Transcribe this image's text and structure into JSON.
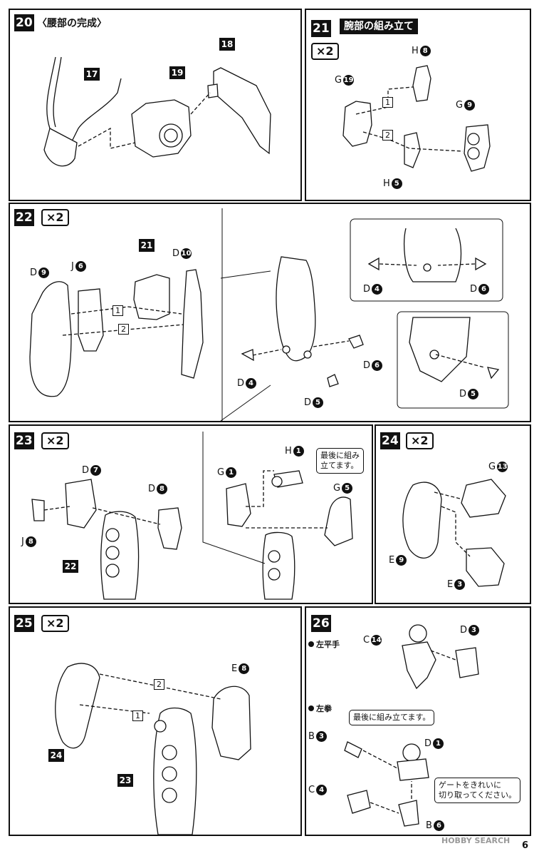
{
  "steps": {
    "s20": {
      "num": "20",
      "title": "〈腰部の完成〉",
      "parts": [
        "17",
        "19",
        "18"
      ]
    },
    "s21": {
      "num": "21",
      "title": "腕部の組み立て",
      "mult": "×2",
      "labels": [
        {
          "l": "H",
          "n": "8"
        },
        {
          "l": "G",
          "n": "19"
        },
        {
          "l": "G",
          "n": "9"
        },
        {
          "l": "H",
          "n": "5"
        }
      ],
      "order": [
        "1",
        "2"
      ]
    },
    "s22": {
      "num": "22",
      "mult": "×2",
      "part": "21",
      "labels": [
        {
          "l": "D",
          "n": "9"
        },
        {
          "l": "J",
          "n": "6"
        },
        {
          "l": "D",
          "n": "10"
        },
        {
          "l": "D",
          "n": "4"
        },
        {
          "l": "D",
          "n": "6"
        },
        {
          "l": "D",
          "n": "5"
        },
        {
          "l": "D",
          "n": "4"
        },
        {
          "l": "D",
          "n": "6"
        },
        {
          "l": "D",
          "n": "5"
        }
      ],
      "order": [
        "1",
        "2"
      ]
    },
    "s23": {
      "num": "23",
      "mult": "×2",
      "part": "22",
      "labels": [
        {
          "l": "D",
          "n": "7"
        },
        {
          "l": "D",
          "n": "8"
        },
        {
          "l": "J",
          "n": "8"
        },
        {
          "l": "H",
          "n": "1"
        },
        {
          "l": "G",
          "n": "1"
        },
        {
          "l": "G",
          "n": "5"
        }
      ],
      "note": "最後に組み\n立てます。"
    },
    "s24": {
      "num": "24",
      "mult": "×2",
      "labels": [
        {
          "l": "G",
          "n": "13"
        },
        {
          "l": "E",
          "n": "9"
        },
        {
          "l": "E",
          "n": "3"
        }
      ]
    },
    "s25": {
      "num": "25",
      "mult": "×2",
      "parts": [
        "24",
        "23"
      ],
      "labels": [
        {
          "l": "E",
          "n": "8"
        }
      ],
      "order": [
        "1",
        "2"
      ]
    },
    "s26": {
      "num": "26",
      "sub1": "左平手",
      "sub2": "左拳",
      "labels": [
        {
          "l": "C",
          "n": "14"
        },
        {
          "l": "D",
          "n": "3"
        },
        {
          "l": "B",
          "n": "3"
        },
        {
          "l": "D",
          "n": "1"
        },
        {
          "l": "C",
          "n": "4"
        },
        {
          "l": "B",
          "n": "6"
        }
      ],
      "note1": "最後に組み立てます。",
      "note2": "ゲートをきれいに\n切り取ってください。"
    }
  },
  "footer": {
    "watermark": "HOBBY SEARCH",
    "page": "6"
  }
}
